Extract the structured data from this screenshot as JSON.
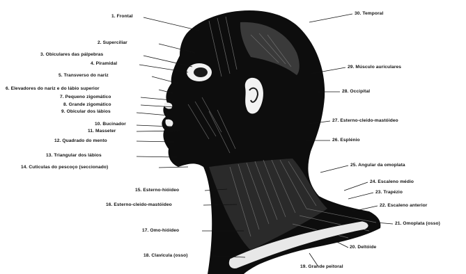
{
  "figure": {
    "labels": {
      "l1": "1. Frontal",
      "l2": "2. Superciliar",
      "l3": "3. Obiculares das pálpebras",
      "l4": "4. Piramidal",
      "l5": "5. Transverso do nariz",
      "l6": "6. Elevadores do nariz e do lábio superior",
      "l7": "7. Pequeno zigomático",
      "l8": "8. Grande zigomático",
      "l9": "9. Obicular dos lábios",
      "l10": "10. Bucinador",
      "l11": "11. Masseter",
      "l12": "12. Quadrado do mento",
      "l13": "13. Triangular dos lábios",
      "l14": "14. Cuticulas do pescoço (seccionado)",
      "l15": "15. Esterno-hióideo",
      "l16": "16. Esterno-cleido-mastóideo",
      "l17": "17. Omo-hióideo",
      "l18": "18. Clavícula (osso)",
      "l19": "19. Grande peitoral",
      "l20": "20. Deltóide",
      "l21": "21. Omoplata (osso)",
      "l22": "22. Escaleno anterior",
      "l23": "23. Trapézio",
      "l24": "24. Escaleno médio",
      "l25": "25. Angular da omoplata",
      "l26": "26. Esplénio",
      "l27": "27. Esterno-cleido-mastóideo",
      "l28": "28. Occipital",
      "l29": "29. Músculo auriculares",
      "l30": "30. Temporal"
    }
  }
}
